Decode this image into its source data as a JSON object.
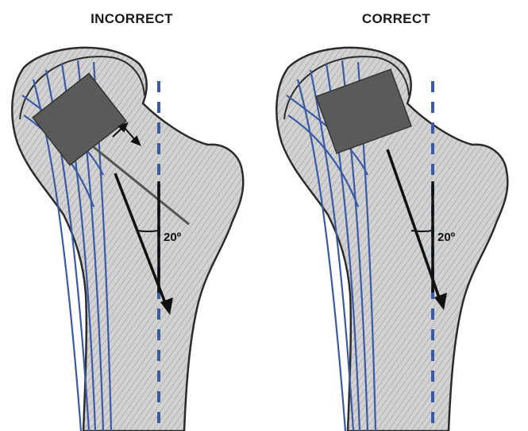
{
  "panels": [
    {
      "title": "INCORRECT",
      "angle_label": "20º",
      "implant_rotated": true
    },
    {
      "title": "CORRECT",
      "angle_label": "20º",
      "implant_rotated": false
    }
  ],
  "colors": {
    "bone_fill": "#d6d6d6",
    "bone_outline": "#2b2b2b",
    "trabecular_lines": "#3a5aa6",
    "axis_dashed": "#3a5aa6",
    "implant": "#5a5a5a",
    "arrow": "#111111"
  }
}
